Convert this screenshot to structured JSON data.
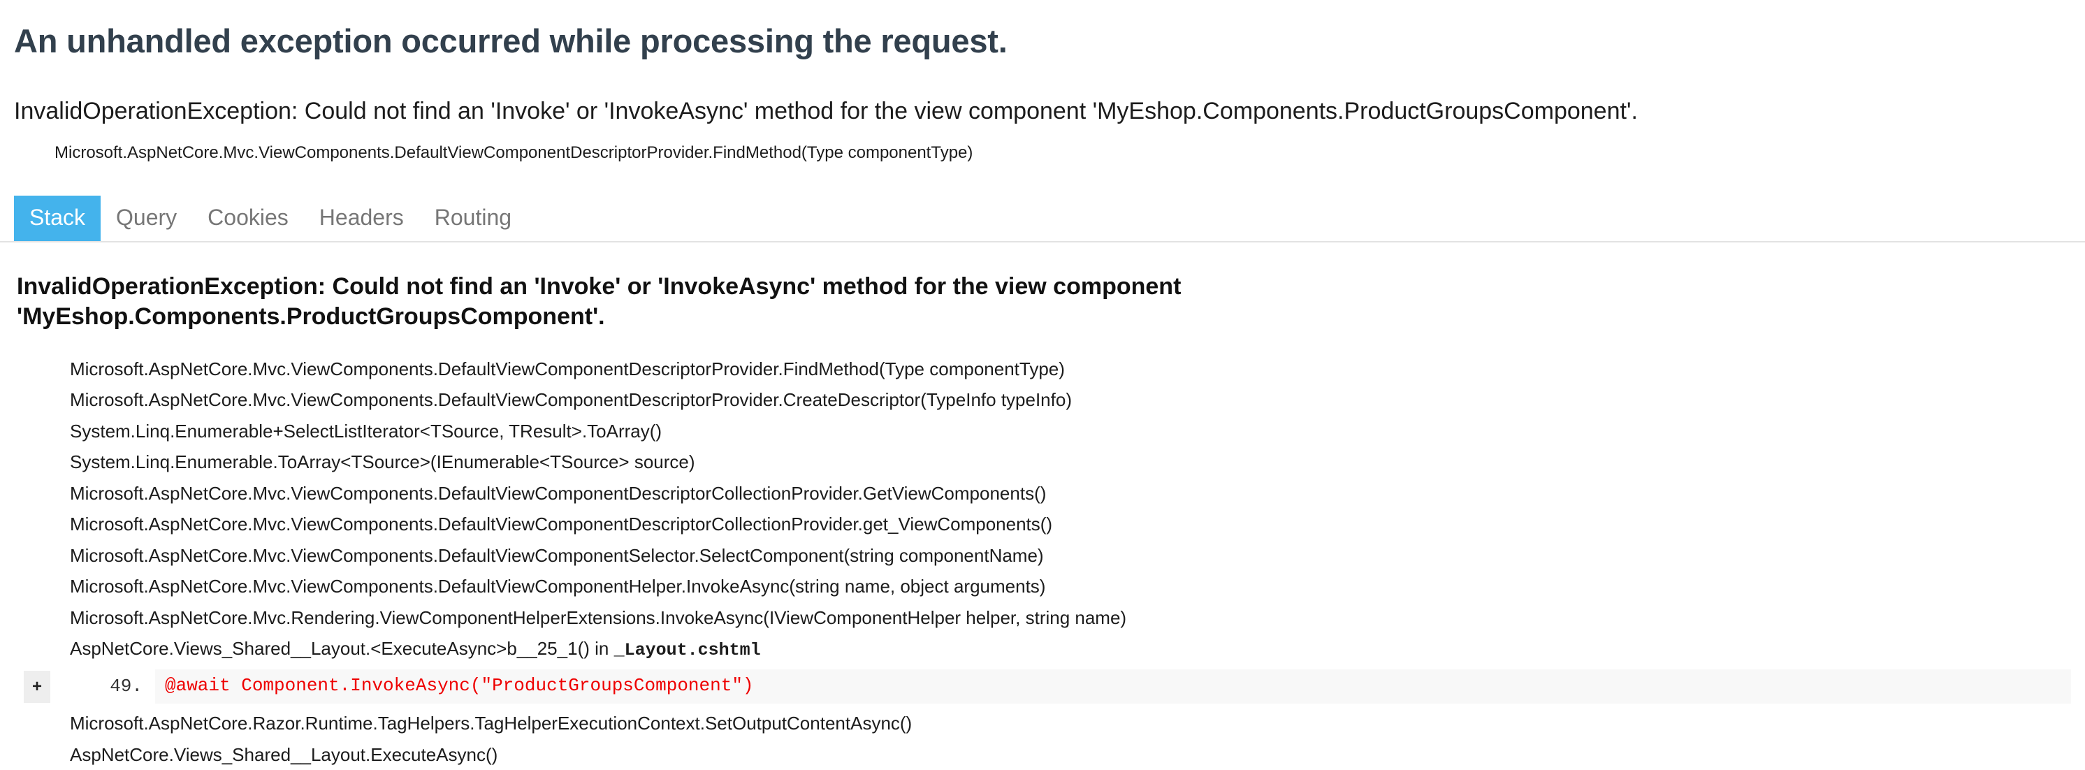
{
  "header": {
    "title": "An unhandled exception occurred while processing the request.",
    "exception_message": "InvalidOperationException: Could not find an 'Invoke' or 'InvokeAsync' method for the view component 'MyEshop.Components.ProductGroupsComponent'.",
    "exception_location": "Microsoft.AspNetCore.Mvc.ViewComponents.DefaultViewComponentDescriptorProvider.FindMethod(Type componentType)"
  },
  "tabs": [
    {
      "label": "Stack",
      "active": true
    },
    {
      "label": "Query",
      "active": false
    },
    {
      "label": "Cookies",
      "active": false
    },
    {
      "label": "Headers",
      "active": false
    },
    {
      "label": "Routing",
      "active": false
    }
  ],
  "stack": {
    "heading": "InvalidOperationException: Could not find an 'Invoke' or 'InvokeAsync' method for the view component 'MyEshop.Components.ProductGroupsComponent'.",
    "frames": [
      {
        "text": "Microsoft.AspNetCore.Mvc.ViewComponents.DefaultViewComponentDescriptorProvider.FindMethod(Type componentType)"
      },
      {
        "text": "Microsoft.AspNetCore.Mvc.ViewComponents.DefaultViewComponentDescriptorProvider.CreateDescriptor(TypeInfo typeInfo)"
      },
      {
        "text": "System.Linq.Enumerable+SelectListIterator<TSource, TResult>.ToArray()"
      },
      {
        "text": "System.Linq.Enumerable.ToArray<TSource>(IEnumerable<TSource> source)"
      },
      {
        "text": "Microsoft.AspNetCore.Mvc.ViewComponents.DefaultViewComponentDescriptorCollectionProvider.GetViewComponents()"
      },
      {
        "text": "Microsoft.AspNetCore.Mvc.ViewComponents.DefaultViewComponentDescriptorCollectionProvider.get_ViewComponents()"
      },
      {
        "text": "Microsoft.AspNetCore.Mvc.ViewComponents.DefaultViewComponentSelector.SelectComponent(string componentName)"
      },
      {
        "text": "Microsoft.AspNetCore.Mvc.ViewComponents.DefaultViewComponentHelper.InvokeAsync(string name, object arguments)"
      },
      {
        "text": "Microsoft.AspNetCore.Mvc.Rendering.ViewComponentHelperExtensions.InvokeAsync(IViewComponentHelper helper, string name)"
      }
    ],
    "source_frame": {
      "prefix": "AspNetCore.Views_Shared__Layout.<ExecuteAsync>b__25_1() in ",
      "file": "_Layout.cshtml",
      "expand_label": "+",
      "line_number": "49.",
      "code": "@await Component.InvokeAsync(\"ProductGroupsComponent\")"
    },
    "frames_after": [
      {
        "text": "Microsoft.AspNetCore.Razor.Runtime.TagHelpers.TagHelperExecutionContext.SetOutputContentAsync()"
      },
      {
        "text": "AspNetCore.Views_Shared__Layout.ExecuteAsync()"
      }
    ]
  },
  "colors": {
    "title": "#32404d",
    "active_tab_bg": "#44b3ec",
    "code_red": "#ee0000",
    "code_bg": "#f8f8f8",
    "toggle_bg": "#eeeeee",
    "tab_inactive": "#767676"
  }
}
